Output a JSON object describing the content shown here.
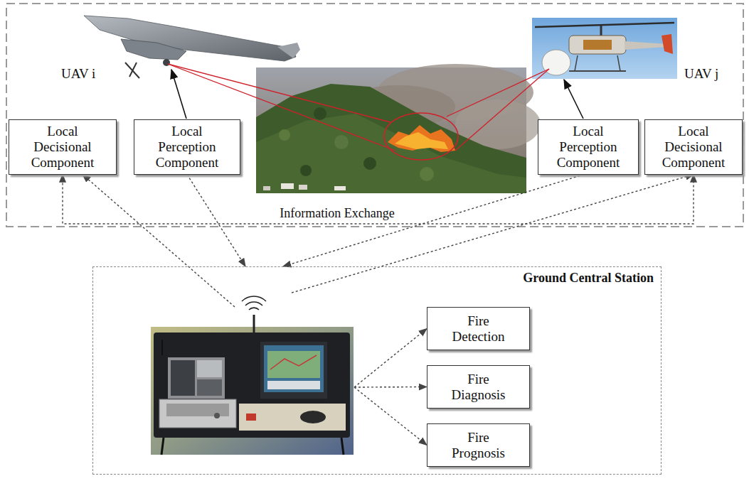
{
  "diagram": {
    "nodes": [
      {
        "text": [
          "Local Decisional Component"
        ]
      },
      {
        "text": [
          "Local Perception Component"
        ]
      },
      {
        "text": [
          "Local Perception Component"
        ]
      },
      {
        "text": [
          "Local Decisional Component"
        ]
      },
      {
        "text": [
          "Ground Central Station"
        ]
      },
      {
        "text": [
          "Fire Detection"
        ],
        "in": 4
      },
      {
        "text": [
          "Fire Diagnosis"
        ],
        "in": 4
      },
      {
        "text": [
          "Fire Prognosis"
        ],
        "in": 4
      }
    ],
    "edges": [
      {
        "from": 0,
        "to": 3,
        "arrow": "both",
        "label": "Information Exchange"
      },
      {
        "from": 4,
        "to": 0,
        "arrow": "to"
      },
      {
        "from": 1,
        "to": 4,
        "arrow": "to"
      },
      {
        "from": 2,
        "to": 4,
        "arrow": "to"
      },
      {
        "from": 4,
        "to": 3,
        "arrow": "to"
      },
      {
        "from": 4,
        "to": 5,
        "arrow": "to"
      },
      {
        "from": 4,
        "to": 6,
        "arrow": "to"
      },
      {
        "from": 4,
        "to": 7,
        "arrow": "to"
      }
    ],
    "labels": [
      "UAV i",
      "UAV j"
    ]
  }
}
